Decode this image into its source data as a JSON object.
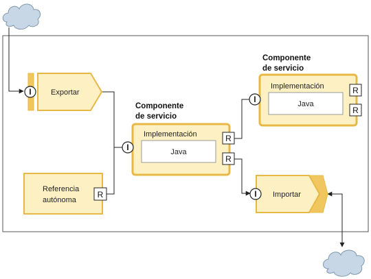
{
  "colors": {
    "component_fill": "#fdf1c4",
    "component_border": "#e8b846",
    "inner_fill": "#ffffff",
    "wire": "#222222",
    "cloud_fill": "#c8d7e5",
    "cloud_border": "#7f97ad",
    "frame": "#555555"
  },
  "export": {
    "interface": "I",
    "label": "Exportar"
  },
  "standalone_reference": {
    "line1": "Referencia",
    "line2": "autónoma",
    "reference": "R"
  },
  "service_component_center": {
    "title_line1": "Componente",
    "title_line2": "de servicio",
    "impl_label": "Implementación",
    "impl_lang": "Java",
    "interface": "I",
    "reference_1": "R",
    "reference_2": "R"
  },
  "service_component_top_right": {
    "title_line1": "Componente",
    "title_line2": "de servicio",
    "impl_label": "Implementación",
    "impl_lang": "Java",
    "interface": "I",
    "reference_1": "R",
    "reference_2": "R"
  },
  "import": {
    "interface": "I",
    "label": "Importar"
  },
  "icons": [
    "cloud-icon",
    "cloud-icon",
    "interface-icon",
    "reference-icon"
  ]
}
